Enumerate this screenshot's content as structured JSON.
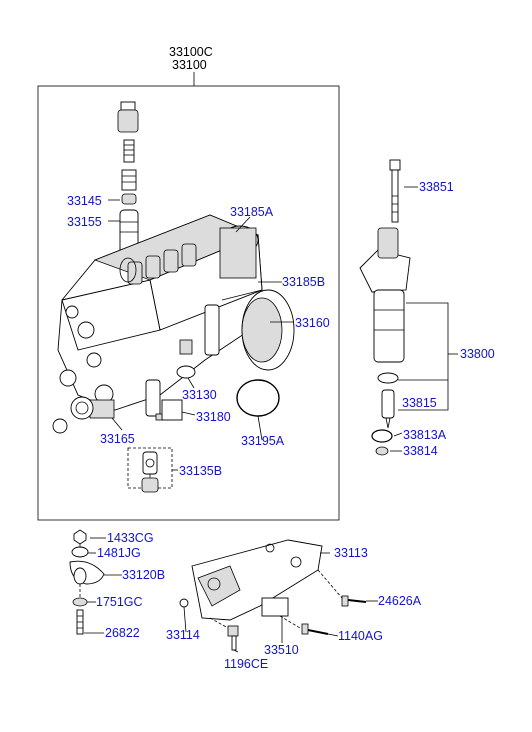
{
  "assembly_labels": {
    "primary": "33100C",
    "secondary": "33100"
  },
  "parts": {
    "p33145": "33145",
    "p33155": "33155",
    "p33185A": "33185A",
    "p33185B": "33185B",
    "p33160": "33160",
    "p33130": "33130",
    "p33180": "33180",
    "p33165": "33165",
    "p33195A": "33195A",
    "p33135B": "33135B",
    "p33851": "33851",
    "p33800": "33800",
    "p33815": "33815",
    "p33813A": "33813A",
    "p33814": "33814",
    "p1433CG": "1433CG",
    "p1481JG": "1481JG",
    "p33120B": "33120B",
    "p1751GC": "1751GC",
    "p26822": "26822",
    "p33113": "33113",
    "p24626A": "24626A",
    "p33114": "33114",
    "p33510": "33510",
    "p1140AG": "1140AG",
    "p1196CE": "1196CE"
  },
  "colors": {
    "label": "#1414c8",
    "line": "#000000",
    "background": "#ffffff"
  }
}
